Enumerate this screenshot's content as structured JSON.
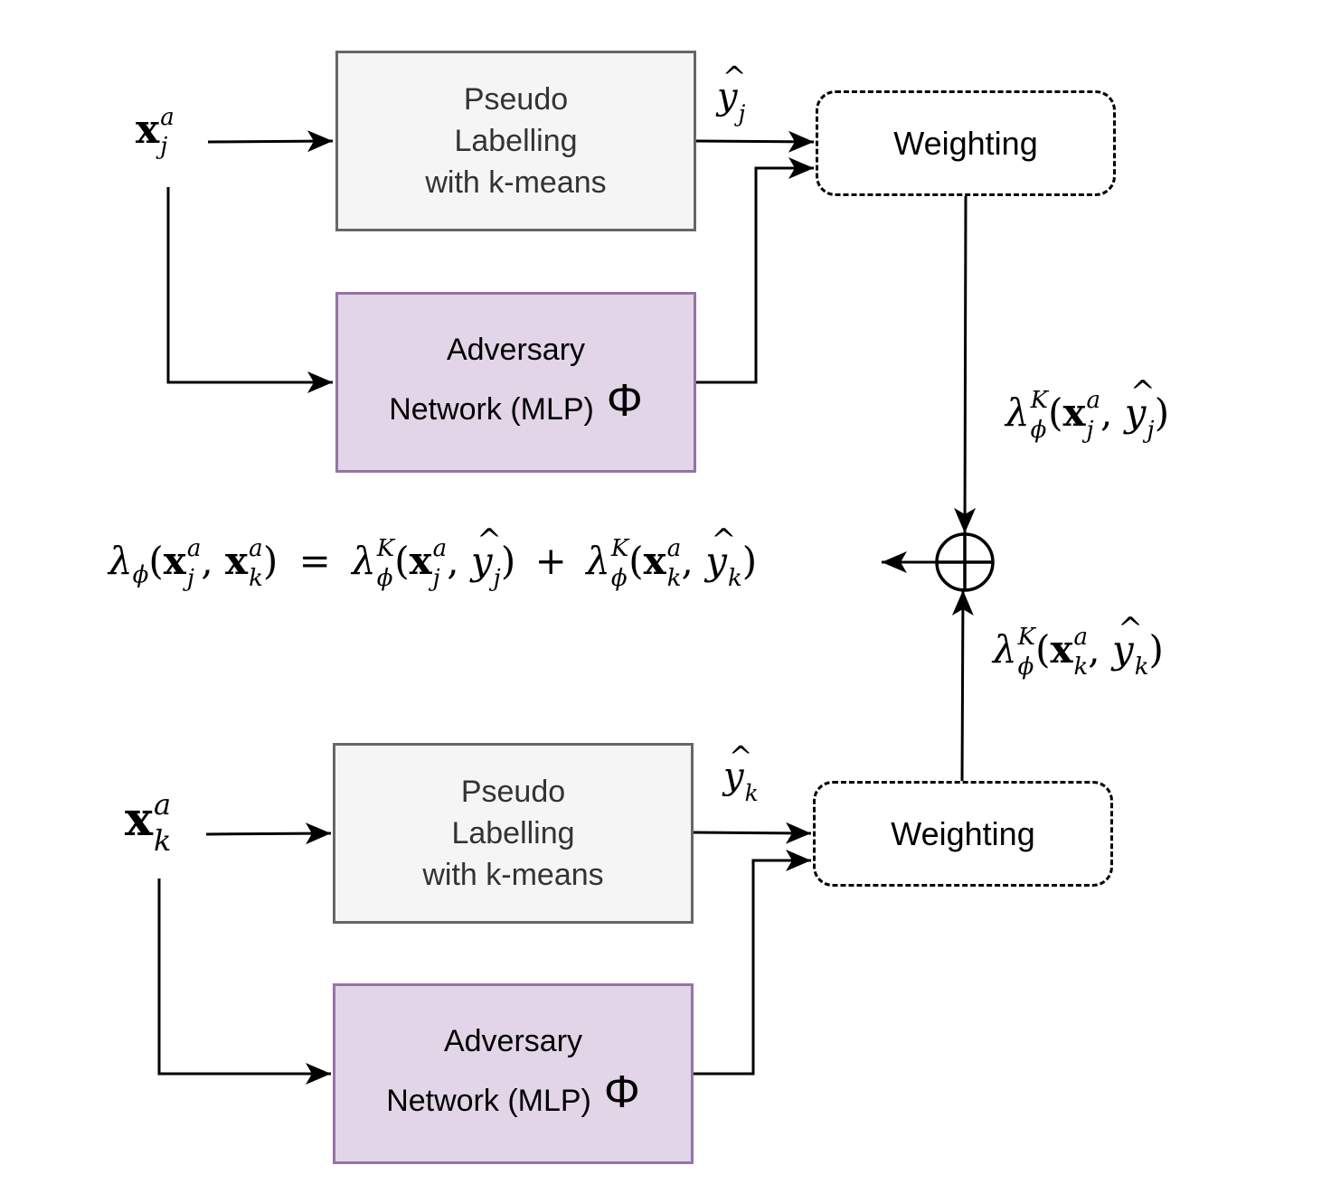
{
  "diagram": {
    "type": "flowchart",
    "colors": {
      "pseudo_fill": "#f5f5f5",
      "pseudo_border": "#666666",
      "adversary_fill": "#e1d5e7",
      "adversary_border": "#9673a6",
      "weighting_border": "#000000",
      "line": "#000000"
    },
    "top_branch": {
      "input": {
        "symbol": "x",
        "sub": "j",
        "sup": "a"
      },
      "pseudo_box": {
        "line1": "Pseudo",
        "line2": "Labelling",
        "line3": "with k-means"
      },
      "adversary_box": {
        "line1": "Adversary",
        "line2": "Network (MLP)",
        "symbol": "Φ"
      },
      "pseudo_label": {
        "symbol": "y",
        "sub": "j"
      },
      "weighting_box": {
        "label": "Weighting"
      },
      "output_label": {
        "lambda": "λ",
        "lambda_sup": "K",
        "lambda_sub": "ϕ",
        "open": "(",
        "x": "x",
        "x_sup": "a",
        "x_sub": "j",
        "comma": ",",
        "y": "y",
        "y_sub": "j",
        "close": ")"
      }
    },
    "bottom_branch": {
      "input": {
        "symbol": "x",
        "sub": "k",
        "sup": "a"
      },
      "pseudo_box": {
        "line1": "Pseudo",
        "line2": "Labelling",
        "line3": "with k-means"
      },
      "adversary_box": {
        "line1": "Adversary",
        "line2": "Network (MLP)",
        "symbol": "Φ"
      },
      "pseudo_label": {
        "symbol": "y",
        "sub": "k"
      },
      "weighting_box": {
        "label": "Weighting"
      },
      "output_label": {
        "lambda": "λ",
        "lambda_sup": "K",
        "lambda_sub": "ϕ",
        "open": "(",
        "x": "x",
        "x_sup": "a",
        "x_sub": "k",
        "comma": ",",
        "y": "y",
        "y_sub": "k",
        "close": ")"
      }
    },
    "sum_node": {
      "symbol": "⊕"
    },
    "equation": {
      "lhs_lambda": "λ",
      "lhs_sub": "ϕ",
      "lhs_open": "(",
      "lhs_x1": "x",
      "lhs_x1_sup": "a",
      "lhs_x1_sub": "j",
      "lhs_comma": ",",
      "lhs_x2": "x",
      "lhs_x2_sup": "a",
      "lhs_x2_sub": "k",
      "lhs_close": ")",
      "equals": "=",
      "t1_lambda": "λ",
      "t1_sup": "K",
      "t1_sub": "ϕ",
      "t1_open": "(",
      "t1_x": "x",
      "t1_x_sup": "a",
      "t1_x_sub": "j",
      "t1_comma": ",",
      "t1_y": "y",
      "t1_y_sub": "j",
      "t1_close": ")",
      "plus": "+",
      "t2_lambda": "λ",
      "t2_sup": "K",
      "t2_sub": "ϕ",
      "t2_open": "(",
      "t2_x": "x",
      "t2_x_sup": "a",
      "t2_x_sub": "k",
      "t2_comma": ",",
      "t2_y": "y",
      "t2_y_sub": "k",
      "t2_close": ")"
    }
  }
}
